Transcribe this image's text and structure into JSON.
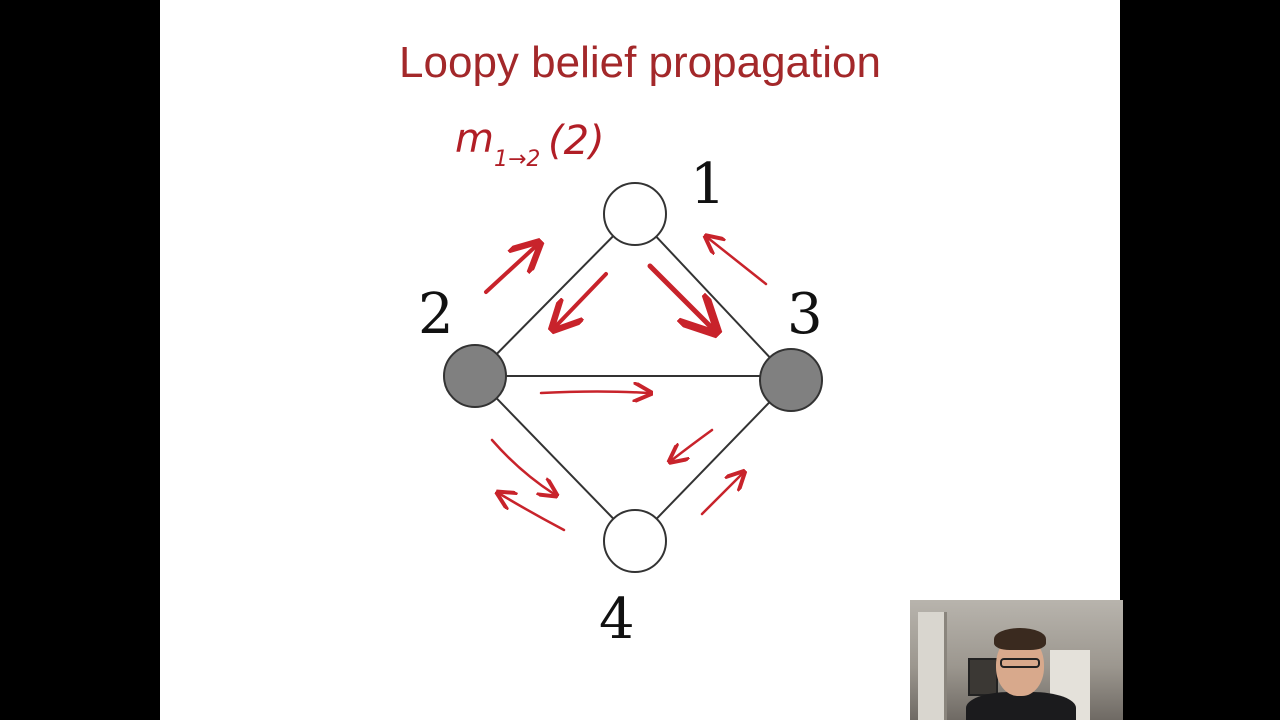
{
  "slide": {
    "title": "Loopy belief propagation",
    "title_color": "#a3282a",
    "annotation": {
      "m": "m",
      "subscript": "1→2",
      "argument": "(2)"
    }
  },
  "graph": {
    "nodes": [
      {
        "id": "1",
        "label": "1",
        "observed": false
      },
      {
        "id": "2",
        "label": "2",
        "observed": true
      },
      {
        "id": "3",
        "label": "3",
        "observed": true
      },
      {
        "id": "4",
        "label": "4",
        "observed": false
      }
    ],
    "edges": [
      [
        "1",
        "2"
      ],
      [
        "1",
        "3"
      ],
      [
        "2",
        "3"
      ],
      [
        "2",
        "4"
      ],
      [
        "3",
        "4"
      ]
    ],
    "observed_color": "#808080",
    "unobserved_color": "#ffffff",
    "message_color": "#c8232b"
  },
  "webcam": {
    "icon": "presenter-video"
  }
}
